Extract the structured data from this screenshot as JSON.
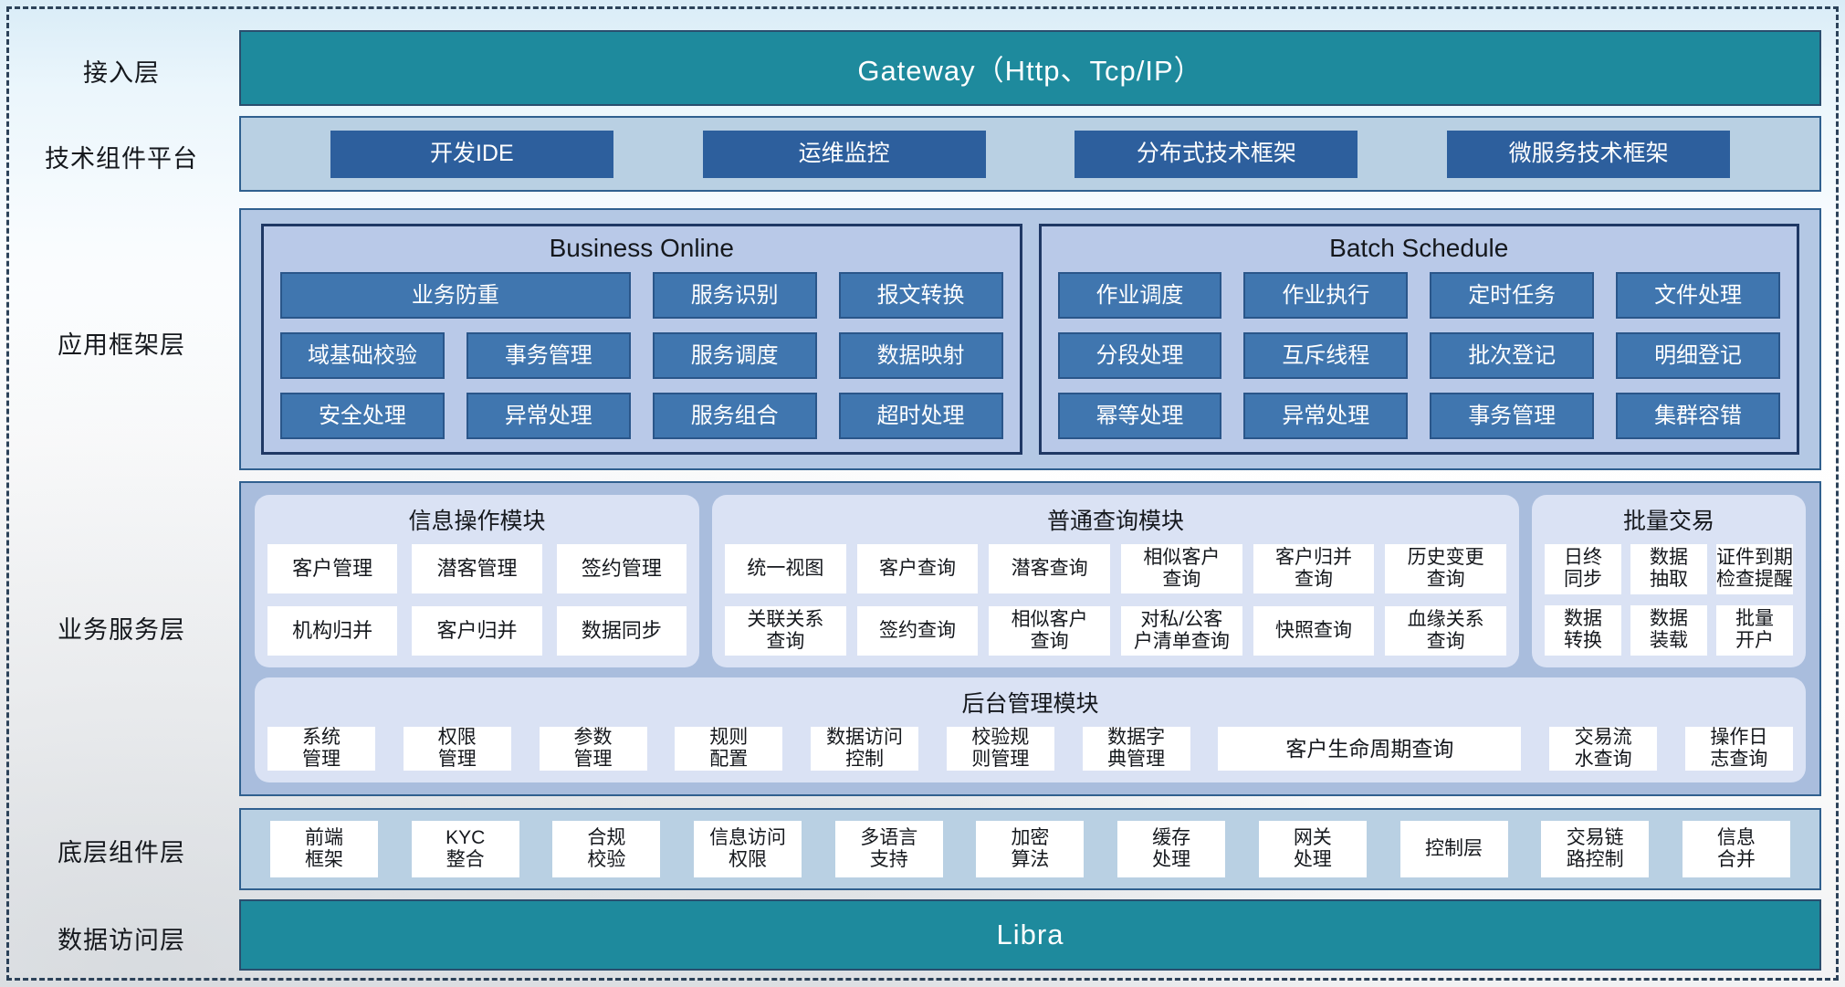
{
  "colors": {
    "teal_bar": "#1e8a9d",
    "dark_blue_button": "#2d5f9d",
    "mid_blue_button": "#4076af",
    "navy_border": "#1f3864",
    "tech_container": "#b9d0e3",
    "framework_container": "#b4c8e4",
    "service_container": "#a9bddd",
    "service_panel": "#dae2f4",
    "white_button": "#ffffff"
  },
  "layers": {
    "access": {
      "label": "接入层",
      "bar_text": "Gateway（Http、Tcp/IP）"
    },
    "tech": {
      "label": "技术组件平台",
      "items": [
        "开发IDE",
        "运维监控",
        "分布式技术框架",
        "微服务技术框架"
      ]
    },
    "framework": {
      "label": "应用框架层",
      "business_online": {
        "title": "Business Online",
        "items": [
          {
            "label": "业务防重",
            "class": "span2"
          },
          "服务识别",
          "报文转换",
          "域基础校验",
          "事务管理",
          "服务调度",
          "数据映射",
          "安全处理",
          "异常处理",
          "服务组合",
          "超时处理"
        ]
      },
      "batch_schedule": {
        "title": "Batch Schedule",
        "items": [
          "作业调度",
          "作业执行",
          "定时任务",
          "文件处理",
          "分段处理",
          "互斥线程",
          "批次登记",
          "明细登记",
          "幂等处理",
          "异常处理",
          "事务管理",
          "集群容错"
        ]
      }
    },
    "service": {
      "label": "业务服务层",
      "info_module": {
        "title": "信息操作模块",
        "items": [
          "客户管理",
          "潜客管理",
          "签约管理",
          "机构归并",
          "客户归并",
          "数据同步"
        ]
      },
      "query_module": {
        "title": "普通查询模块",
        "items": [
          "统一视图",
          "客户查询",
          "潜客查询",
          "相似客户\n查询",
          "客户归并\n查询",
          "历史变更\n查询",
          "关联关系\n查询",
          "签约查询",
          "相似客户\n查询",
          "对私/公客\n户清单查询",
          "快照查询",
          "血缘关系\n查询"
        ]
      },
      "batch_module": {
        "title": "批量交易",
        "items": [
          "日终\n同步",
          "数据\n抽取",
          "证件到期\n检查提醒",
          "数据\n转换",
          "数据\n装载",
          "批量\n开户"
        ]
      },
      "admin_module": {
        "title": "后台管理模块",
        "items": [
          "系统\n管理",
          "权限\n管理",
          "参数\n管理",
          "规则\n配置",
          "数据访问\n控制",
          "校验规\n则管理",
          "数据字\n典管理",
          {
            "label": "客户生命周期查询",
            "class": "wide"
          },
          "交易流\n水查询",
          "操作日\n志查询"
        ]
      }
    },
    "component": {
      "label": "底层组件层",
      "items": [
        "前端\n框架",
        "KYC\n整合",
        "合规\n校验",
        "信息访问\n权限",
        "多语言\n支持",
        "加密\n算法",
        "缓存\n处理",
        "网关\n处理",
        "控制层",
        "交易链\n路控制",
        "信息\n合并"
      ]
    },
    "data_access": {
      "label": "数据访问层",
      "bar_text": "Libra"
    }
  }
}
